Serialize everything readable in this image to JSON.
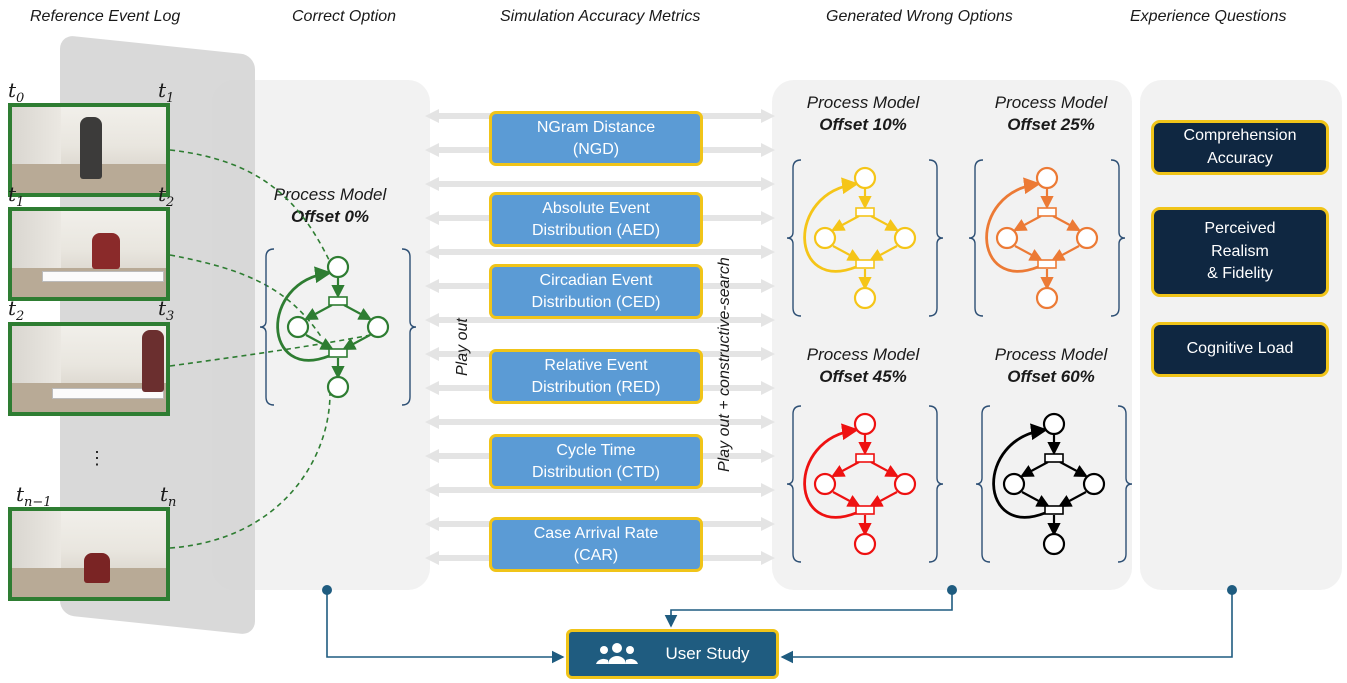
{
  "headers": {
    "log": "Reference Event Log",
    "correct": "Correct Option",
    "metrics": "Simulation Accuracy Metrics",
    "wrong": "Generated Wrong Options",
    "questions": "Experience Questions"
  },
  "time_labels": [
    {
      "left": "t",
      "left_sub": "0",
      "right": "t",
      "right_sub": "1"
    },
    {
      "left": "t",
      "left_sub": "1",
      "right": "t",
      "right_sub": "2"
    },
    {
      "left": "t",
      "left_sub": "2",
      "right": "t",
      "right_sub": "3"
    },
    {
      "left": "t",
      "left_sub": "n−1",
      "right": "t",
      "right_sub": "n"
    }
  ],
  "ellipsis": "⋮",
  "correct_model": {
    "label": "Process Model",
    "offset": "Offset 0%",
    "color": "#2e7d32"
  },
  "metrics": [
    {
      "line1": "NGram Distance",
      "line2": "(NGD)"
    },
    {
      "line1": "Absolute Event",
      "line2": "Distribution (AED)"
    },
    {
      "line1": "Circadian Event",
      "line2": "Distribution (CED)"
    },
    {
      "line1": "Relative Event",
      "line2": "Distribution (RED)"
    },
    {
      "line1": "Cycle Time",
      "line2": "Distribution (CTD)"
    },
    {
      "line1": "Case Arrival Rate",
      "line2": "(CAR)"
    }
  ],
  "play_out": "Play out",
  "play_out_search": "Play out + constructive-search",
  "wrong_models": [
    {
      "label": "Process Model",
      "offset": "Offset 10%",
      "color": "#f5c518"
    },
    {
      "label": "Process Model",
      "offset": "Offset 25%",
      "color": "#ec7a35"
    },
    {
      "label": "Process Model",
      "offset": "Offset 45%",
      "color": "#ee1111"
    },
    {
      "label": "Process Model",
      "offset": "Offset 60%",
      "color": "#000000"
    }
  ],
  "questions": [
    {
      "text": "Comprehension\nAccuracy"
    },
    {
      "text": "Perceived\nRealism\n& Fidelity"
    },
    {
      "text": "Cognitive Load"
    }
  ],
  "user_study": {
    "label": "User Study",
    "icon": "users-icon"
  },
  "colors": {
    "panel": "#f2f2f2",
    "metric_fill": "#5b9bd5",
    "border_gold": "#f0c419",
    "question_fill": "#0f2741",
    "study_fill": "#1f5c80",
    "connector": "#1f5c80",
    "frame_green": "#2e7d32"
  }
}
